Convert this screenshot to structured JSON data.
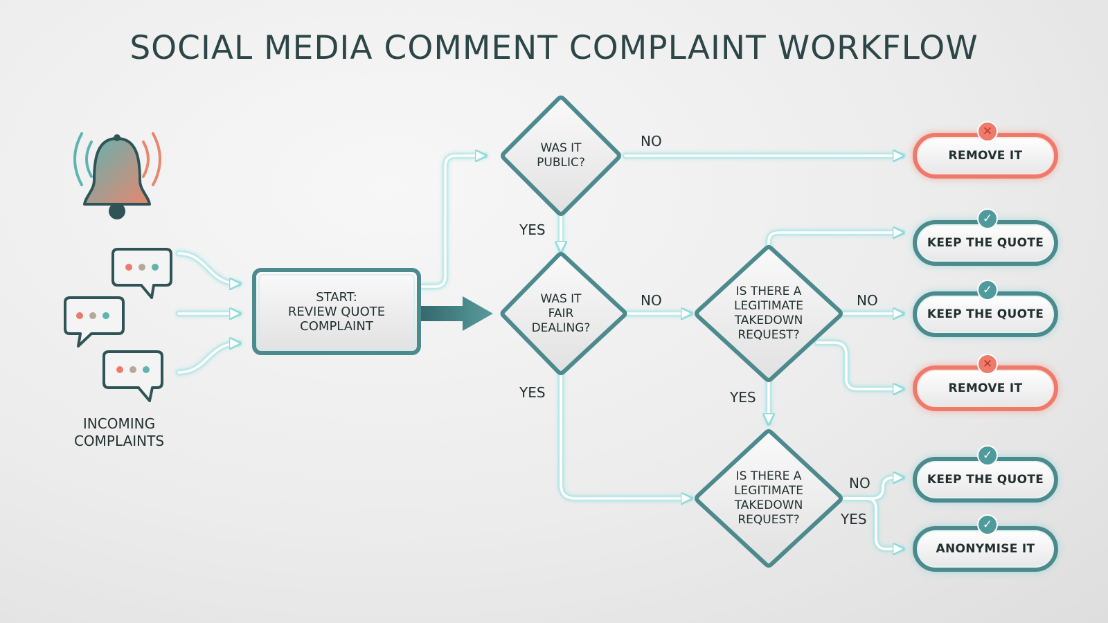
{
  "title": "SOCIAL MEDIA COMMENT COMPLAINT WORKFLOW",
  "incoming": {
    "label": "INCOMING\nCOMPLAINTS",
    "icon": "bell-icon",
    "message_icon": "chat-bubble-icon"
  },
  "nodes": {
    "start": "START:\nREVIEW QUOTE\nCOMPLAINT",
    "public": "WAS IT\nPUBLIC?",
    "fair": "WAS IT\nFAIR\nDEALING?",
    "takedown_a": "IS THERE A\nLEGITIMATE\nTAKEDOWN\nREQUEST?",
    "takedown_b": "IS THERE A\nLEGITIMATE\nTAKEDOWN\nREQUEST?"
  },
  "edge_labels": {
    "public_no": "NO",
    "public_yes": "YES",
    "fair_no": "NO",
    "fair_yes": "YES",
    "takedown_a_no": "NO",
    "takedown_a_yes": "YES",
    "takedown_b_no": "NO",
    "takedown_b_yes": "YES"
  },
  "outcomes": [
    {
      "label": "REMOVE IT",
      "kind": "remove",
      "badge": "cross-icon"
    },
    {
      "label": "KEEP THE QUOTE",
      "kind": "keep",
      "badge": "check-icon"
    },
    {
      "label": "KEEP THE QUOTE",
      "kind": "keep",
      "badge": "check-icon"
    },
    {
      "label": "REMOVE IT",
      "kind": "remove",
      "badge": "cross-icon"
    },
    {
      "label": "KEEP THE QUOTE",
      "kind": "keep",
      "badge": "check-icon"
    },
    {
      "label": "ANONYMISE IT",
      "kind": "keep",
      "badge": "check-icon"
    }
  ],
  "colors": {
    "teal_dark": "#4c8a8e",
    "teal_glow": "#a8e6e6",
    "coral": "#ee7a6c",
    "text": "#22302f"
  }
}
